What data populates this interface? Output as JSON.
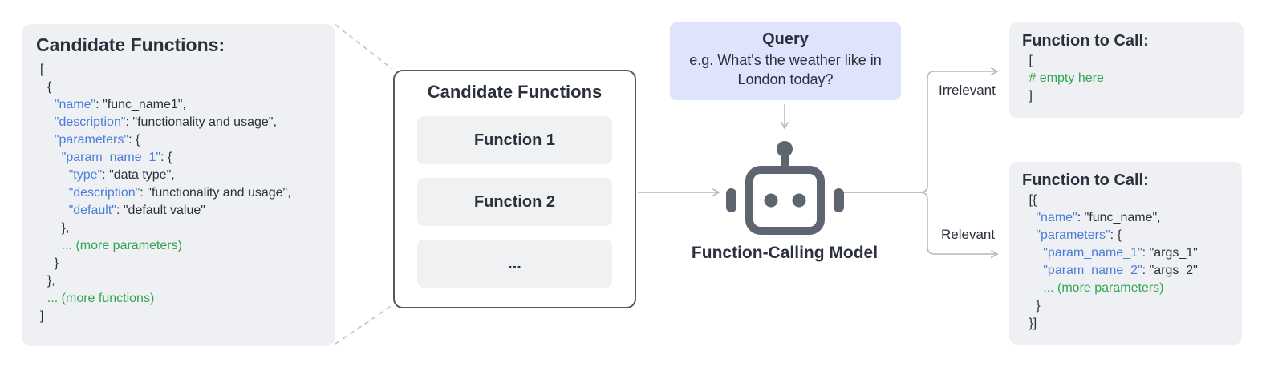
{
  "left_panel": {
    "title": "Candidate Functions:",
    "code": [
      [
        {
          "t": "[",
          "c": "p"
        }
      ],
      [
        {
          "t": "  {",
          "c": "p"
        }
      ],
      [
        {
          "t": "    ",
          "c": "p"
        },
        {
          "t": "\"name\"",
          "c": "k"
        },
        {
          "t": ": \"func_name1\",",
          "c": "p"
        }
      ],
      [
        {
          "t": "    ",
          "c": "p"
        },
        {
          "t": "\"description\"",
          "c": "k"
        },
        {
          "t": ": \"functionality and usage\",",
          "c": "p"
        }
      ],
      [
        {
          "t": "    ",
          "c": "p"
        },
        {
          "t": "\"parameters\"",
          "c": "k"
        },
        {
          "t": ": {",
          "c": "p"
        }
      ],
      [
        {
          "t": "      ",
          "c": "p"
        },
        {
          "t": "\"param_name_1\"",
          "c": "k"
        },
        {
          "t": ": {",
          "c": "p"
        }
      ],
      [
        {
          "t": "        ",
          "c": "p"
        },
        {
          "t": "\"type\"",
          "c": "k"
        },
        {
          "t": ": \"data type\",",
          "c": "p"
        }
      ],
      [
        {
          "t": "        ",
          "c": "p"
        },
        {
          "t": "\"description\"",
          "c": "k"
        },
        {
          "t": ": \"functionality and usage\",",
          "c": "p"
        }
      ],
      [
        {
          "t": "        ",
          "c": "p"
        },
        {
          "t": "\"default\"",
          "c": "k"
        },
        {
          "t": ": \"default value\"",
          "c": "p"
        }
      ],
      [
        {
          "t": "      },",
          "c": "p"
        }
      ],
      [
        {
          "t": "      ",
          "c": "p"
        },
        {
          "t": "... (more parameters)",
          "c": "g"
        }
      ],
      [
        {
          "t": "    }",
          "c": "p"
        }
      ],
      [
        {
          "t": "  },",
          "c": "p"
        }
      ],
      [
        {
          "t": "  ",
          "c": "p"
        },
        {
          "t": "... (more functions)",
          "c": "g"
        }
      ],
      [
        {
          "t": "]",
          "c": "p"
        }
      ]
    ]
  },
  "candidate_box": {
    "title": "Candidate Functions",
    "items": [
      "Function 1",
      "Function 2",
      "..."
    ]
  },
  "query_box": {
    "title": "Query",
    "text": "e.g. What's the weather like in London today?"
  },
  "model_label": "Function-Calling Model",
  "branches": {
    "irrelevant": "Irrelevant",
    "relevant": "Relevant"
  },
  "output_empty": {
    "title": "Function to Call:",
    "code": [
      [
        {
          "t": " [",
          "c": "p"
        }
      ],
      [
        {
          "t": " ",
          "c": "p"
        },
        {
          "t": "# empty here",
          "c": "g"
        }
      ],
      [
        {
          "t": " ]",
          "c": "p"
        }
      ]
    ]
  },
  "output_call": {
    "title": "Function to Call:",
    "code": [
      [
        {
          "t": " [{",
          "c": "p"
        }
      ],
      [
        {
          "t": "   ",
          "c": "p"
        },
        {
          "t": "\"name\"",
          "c": "k"
        },
        {
          "t": ": \"func_name\",",
          "c": "p"
        }
      ],
      [
        {
          "t": "   ",
          "c": "p"
        },
        {
          "t": "\"parameters\"",
          "c": "k"
        },
        {
          "t": ": {",
          "c": "p"
        }
      ],
      [
        {
          "t": "     ",
          "c": "p"
        },
        {
          "t": "\"param_name_1\"",
          "c": "k"
        },
        {
          "t": ": \"args_1\"",
          "c": "p"
        }
      ],
      [
        {
          "t": "     ",
          "c": "p"
        },
        {
          "t": "\"param_name_2\"",
          "c": "k"
        },
        {
          "t": ": \"args_2\"",
          "c": "p"
        }
      ],
      [
        {
          "t": "     ",
          "c": "p"
        },
        {
          "t": "... (more parameters)",
          "c": "g"
        }
      ],
      [
        {
          "t": "   }",
          "c": "p"
        }
      ],
      [
        {
          "t": " }]",
          "c": "p"
        }
      ]
    ]
  },
  "colors": {
    "key_blue": "#4a7ed9",
    "comment_green": "#33a452",
    "text_dark": "#2b313c",
    "panel_gray": "#eef0f3",
    "query_blue_bg": "#dde4fb",
    "robot_gray": "#5d6570",
    "box_border": "#525a66",
    "arrow_gray": "#b4b8bf"
  },
  "icons": {
    "robot": "robot-icon",
    "arrow_right": "arrow-right-icon",
    "arrow_down": "arrow-down-icon"
  }
}
